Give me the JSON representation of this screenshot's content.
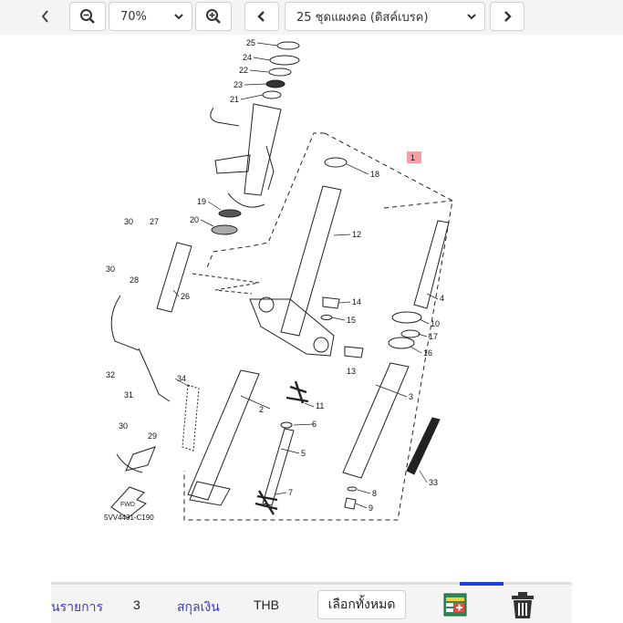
{
  "toolbar": {
    "zoom_value": "70%",
    "page_select_value": "25 ชุดแผงคอ (ดิสค์เบรค)"
  },
  "diagram": {
    "callouts": [
      "1",
      "2",
      "3",
      "4",
      "5",
      "6",
      "7",
      "8",
      "9",
      "10",
      "11",
      "12",
      "13",
      "14",
      "15",
      "16",
      "17",
      "18",
      "19",
      "20",
      "21",
      "22",
      "23",
      "24",
      "25",
      "26",
      "27",
      "28",
      "29",
      "30",
      "30",
      "30",
      "31",
      "32",
      "33",
      "34"
    ],
    "code": "5VV4431-C190",
    "fwd_label": "FWD"
  },
  "footer": {
    "items_label": "นรายการ",
    "items_count": "3",
    "currency_label": "สกุลเงิน",
    "currency_value": "THB",
    "select_all_label": "เลือกทั้งหมด"
  },
  "colors": {
    "link_blue": "#3b3bb8",
    "accent": "#1f3fe0",
    "callout_pink": "#f4a0a8"
  }
}
